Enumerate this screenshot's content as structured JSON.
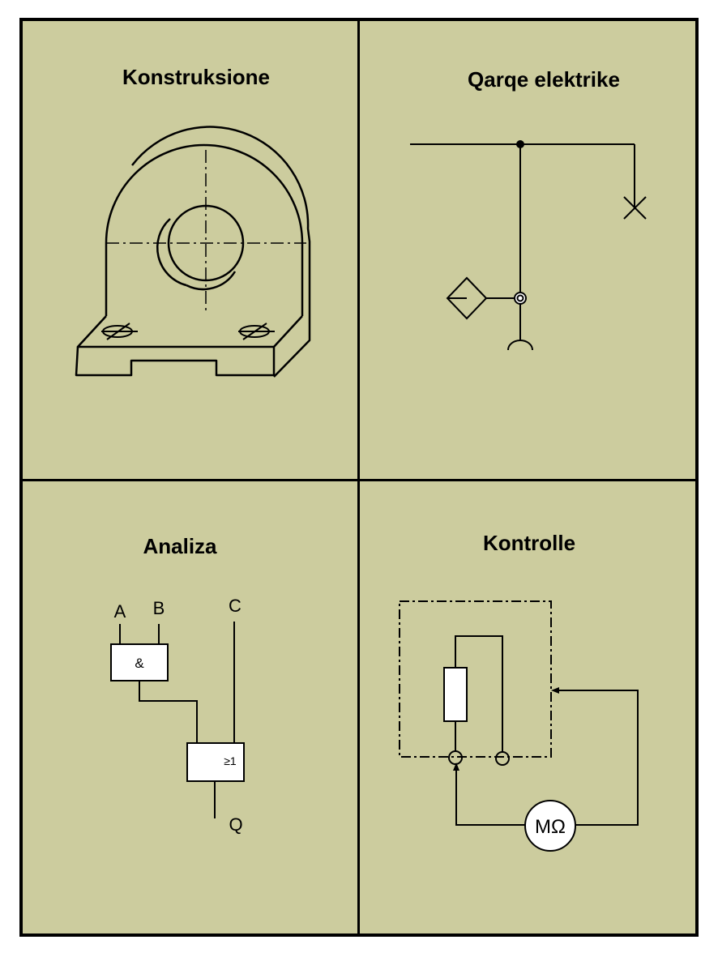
{
  "panels": {
    "construction": {
      "title": "Konstruksione"
    },
    "circuit": {
      "title": "Qarqe elektrike"
    },
    "analysis": {
      "title": "Analiza",
      "inputs": [
        "A",
        "B",
        "C"
      ],
      "output": "Q",
      "and_gate_label": "&",
      "or_gate_label": "≥1"
    },
    "control": {
      "title": "Kontrolle",
      "meter_label": "MΩ"
    }
  },
  "colors": {
    "background": "#cccc9e",
    "lines": "#000000",
    "fill": "#ffffff"
  }
}
